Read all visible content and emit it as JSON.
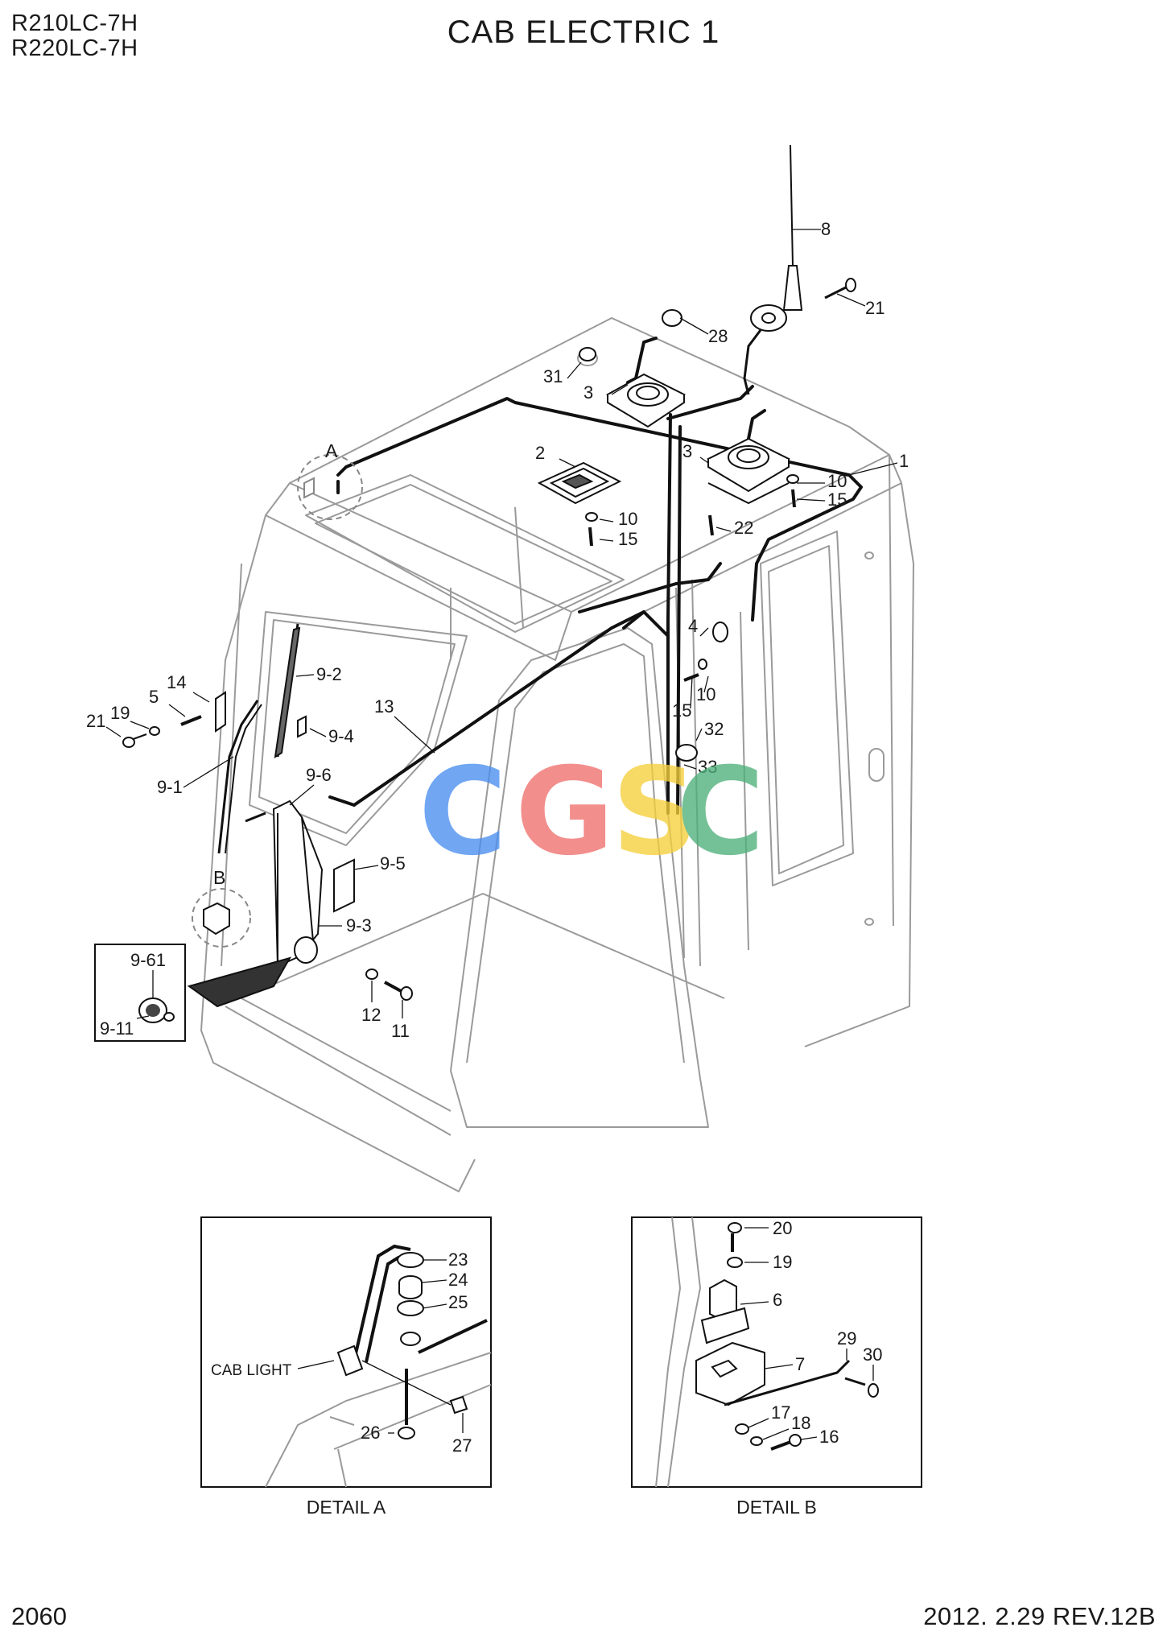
{
  "header": {
    "model_line_1": "R210LC-7H",
    "model_line_2": "R220LC-7H",
    "title": "CAB ELECTRIC 1"
  },
  "footer": {
    "page_number": "2060",
    "revision": "2012. 2.29  REV.12B"
  },
  "detail_markers": [
    "A",
    "B"
  ],
  "callouts": {
    "main": [
      "8",
      "21",
      "28",
      "31",
      "3",
      "3",
      "1",
      "2",
      "10",
      "15",
      "10",
      "15",
      "22",
      "4",
      "15",
      "10",
      "9-2",
      "14",
      "5",
      "19",
      "21",
      "9-4",
      "13",
      "32",
      "33",
      "9-1",
      "9-6",
      "9-5",
      "9-3",
      "12",
      "11",
      "9-61",
      "9-11"
    ],
    "detail_a": [
      "23",
      "24",
      "25",
      "26",
      "27"
    ],
    "detail_b": [
      "20",
      "19",
      "6",
      "7",
      "29",
      "30",
      "17",
      "18",
      "16"
    ]
  },
  "detail_a": {
    "caption": "DETAIL A",
    "part_label": "CAB LIGHT"
  },
  "detail_b": {
    "caption": "DETAIL B"
  },
  "watermark": {
    "letters": [
      "C",
      "G",
      "S",
      "C"
    ],
    "colors": [
      "#4a8ef0",
      "#ef6f6c",
      "#f6cf3a",
      "#4fb07a"
    ]
  }
}
